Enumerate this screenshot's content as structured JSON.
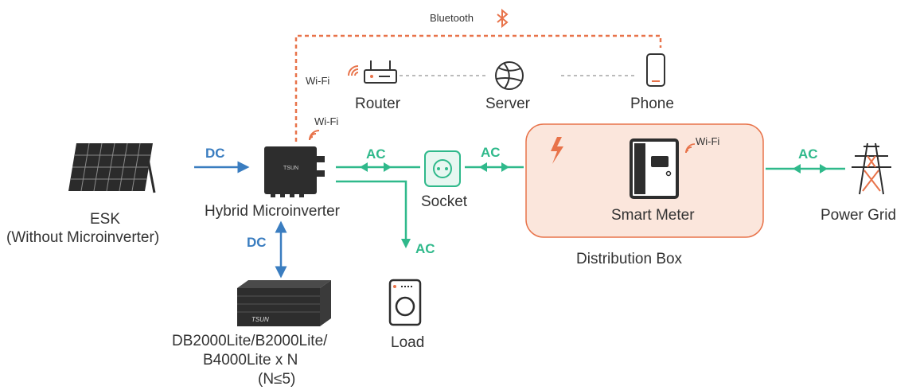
{
  "title": "",
  "links": {
    "bluetooth": "Bluetooth",
    "wifi_router": "Wi-Fi",
    "wifi_inverter": "Wi-Fi",
    "wifi_meter": "Wi-Fi",
    "ac": "AC",
    "dc": "DC"
  },
  "nodes": {
    "router": "Router",
    "server": "Server",
    "phone": "Phone",
    "esk_line1": "ESK",
    "esk_line2": "(Without Microinverter)",
    "inverter": "Hybrid Microinverter",
    "socket": "Socket",
    "smart_meter": "Smart Meter",
    "distribution_box": "Distribution Box",
    "power_grid": "Power Grid",
    "load": "Load",
    "battery_line1": "DB2000Lite/B2000Lite/",
    "battery_line2": "B4000Lite x N",
    "battery_line3": "(N≤5)",
    "brand": "TSUN"
  },
  "colors": {
    "ac": "#2fb98b",
    "dc": "#3a7dc0",
    "bluetooth": "#e8734a",
    "distribution_box_fill": "#fbe6dc",
    "distribution_box_border": "#e8734a",
    "text": "#333333"
  }
}
